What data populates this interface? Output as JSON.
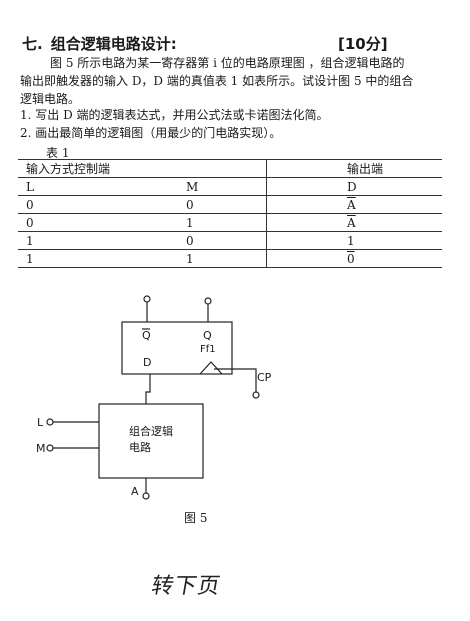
{
  "problem": {
    "number": "七.",
    "title": "组合逻辑电路设计:",
    "points": "[10分]",
    "paragraph_lines": [
      "图 5 所示电路为某一寄存器第 i 位的电路原理图 ，组合逻辑电路的",
      "输出即触发器的输入 D，D 端的真值表 1 如表所示。试设计图 5 中的组合",
      "逻辑电路。"
    ],
    "questions": [
      "1. 写出 D 端的逻辑表达式，并用公式法或卡诺图法化简。",
      "2. 画出最简单的逻辑图（用最少的门电路实现）。"
    ]
  },
  "table": {
    "caption": "表 1",
    "header_input": "输入方式控制端",
    "header_output": "输出端",
    "columns": [
      "L",
      "M",
      "D"
    ],
    "rows": [
      {
        "L": "0",
        "M": "0",
        "D": "A"
      },
      {
        "L": "0",
        "M": "1",
        "D": "A"
      },
      {
        "L": "1",
        "M": "0",
        "D": "1"
      },
      {
        "L": "1",
        "M": "1",
        "D": "0"
      }
    ],
    "bar_over_rows": [
      0,
      1,
      3
    ]
  },
  "figure": {
    "ff_Q_bar": "Q",
    "ff_Q": "Q",
    "ff_D": "D",
    "ff_name": "Ff1",
    "clock_label": "CP",
    "input_L": "L",
    "input_M": "M",
    "comb_line1": "组合逻辑",
    "comb_line2": "电路",
    "output_A": "A",
    "caption": "图 5"
  },
  "footer": {
    "handwritten": "转下页"
  }
}
